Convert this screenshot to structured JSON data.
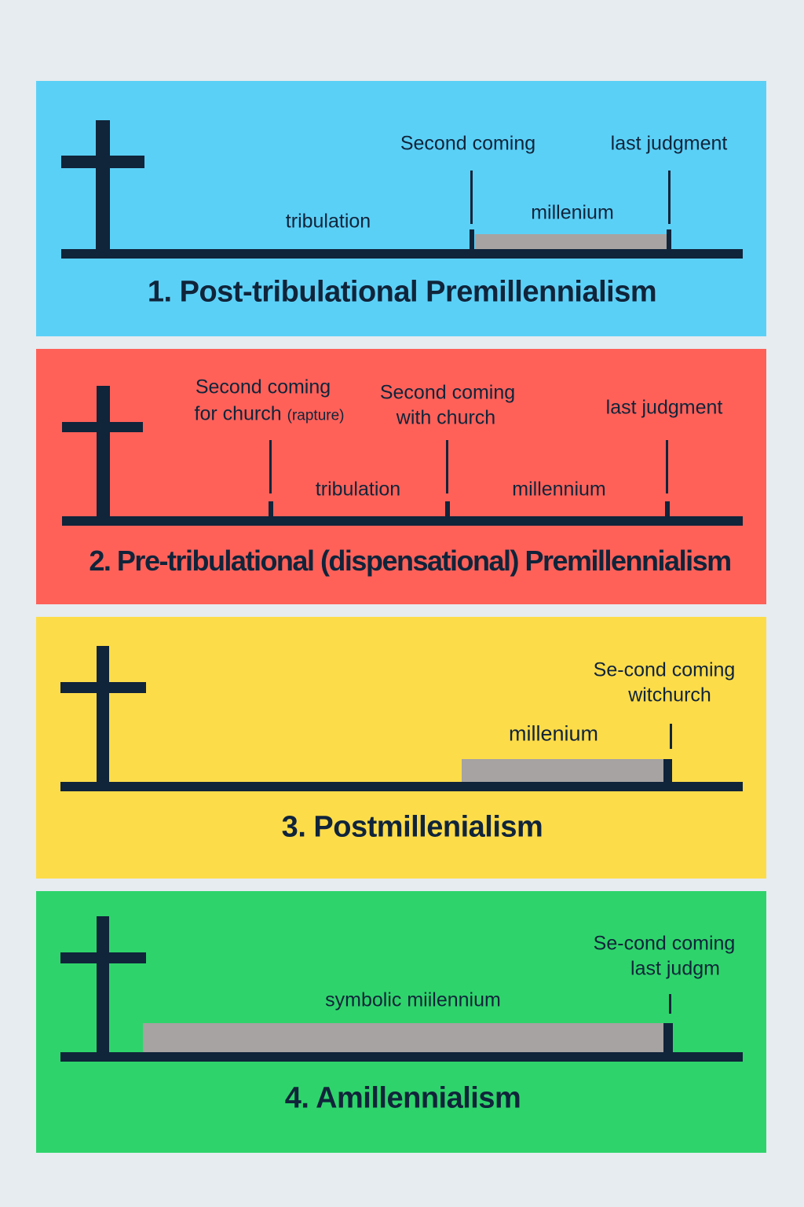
{
  "colors": {
    "blue": "#5BD0F7",
    "red": "#FF6159",
    "yellow": "#FDDC4A",
    "green": "#2ED46B",
    "dark": "#10243A",
    "gray": "#A6A3A2"
  },
  "panels": [
    {
      "title": "1. Post-tribulational Premillennialism",
      "labels": {
        "second_coming": "Second coming",
        "last_judgment": "last judgment",
        "tribulation": "tribulation",
        "millennium": "millenium"
      }
    },
    {
      "title": "2. Pre-tribulational (dispensational) Premillennialism",
      "labels": {
        "second_coming_1": "Second coming",
        "for_church": "for church",
        "rapture": "(rapture)",
        "second_coming_2": "Second coming",
        "with_church": "with church",
        "last_judgment": "last judgment",
        "tribulation": "tribulation",
        "millennium": "millennium"
      }
    },
    {
      "title": "3. Postmillenialism",
      "labels": {
        "second_coming": "Se-cond coming",
        "with_church": "witchurch",
        "millennium": "millenium"
      }
    },
    {
      "title": "4. Amillennialism",
      "labels": {
        "second_coming": "Se-cond coming",
        "last_judgment": "last judgm",
        "millennium": "symbolic miilennium"
      }
    }
  ]
}
